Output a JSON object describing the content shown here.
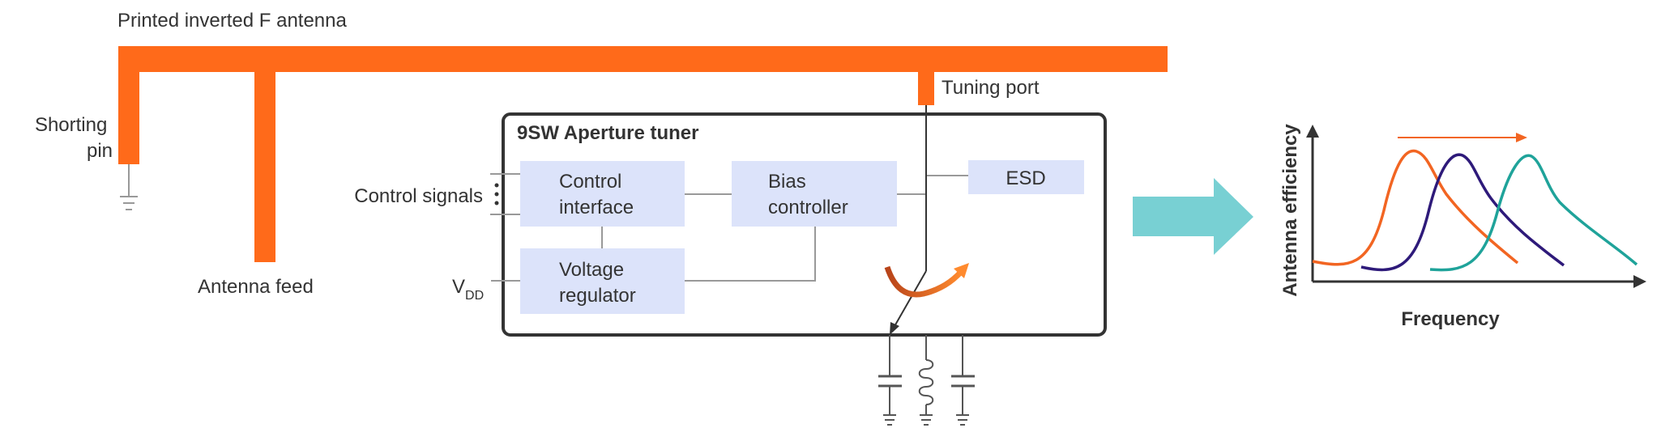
{
  "antenna": {
    "title": "Printed inverted F antenna",
    "shorting_pin_line1": "Shorting",
    "shorting_pin_line2": "pin",
    "feed_label": "Antenna feed",
    "tuning_port_label": "Tuning port"
  },
  "tuner": {
    "title": "9SW Aperture tuner",
    "control_signals_label": "Control signals",
    "vdd_label": "V",
    "vdd_subscript": "DD",
    "blocks": {
      "control_interface": [
        "Control",
        "interface"
      ],
      "bias_controller": [
        "Bias",
        "controller"
      ],
      "voltage_regulator": [
        "Voltage",
        "regulator"
      ],
      "esd": "ESD"
    }
  },
  "efficiency_plot": {
    "ylabel": "Antenna efficiency",
    "xlabel": "Frequency",
    "curves": [
      {
        "color": "#f26522"
      },
      {
        "color": "#2e1a7a"
      },
      {
        "color": "#1fa39a"
      }
    ]
  },
  "colors": {
    "antenna": "#ff6a1a",
    "block_fill": "#dce3fa",
    "outline": "#333333",
    "arrow": "#78d0d3",
    "switch_arrow_dark": "#c0501a",
    "switch_arrow_light": "#ff7a2a"
  }
}
